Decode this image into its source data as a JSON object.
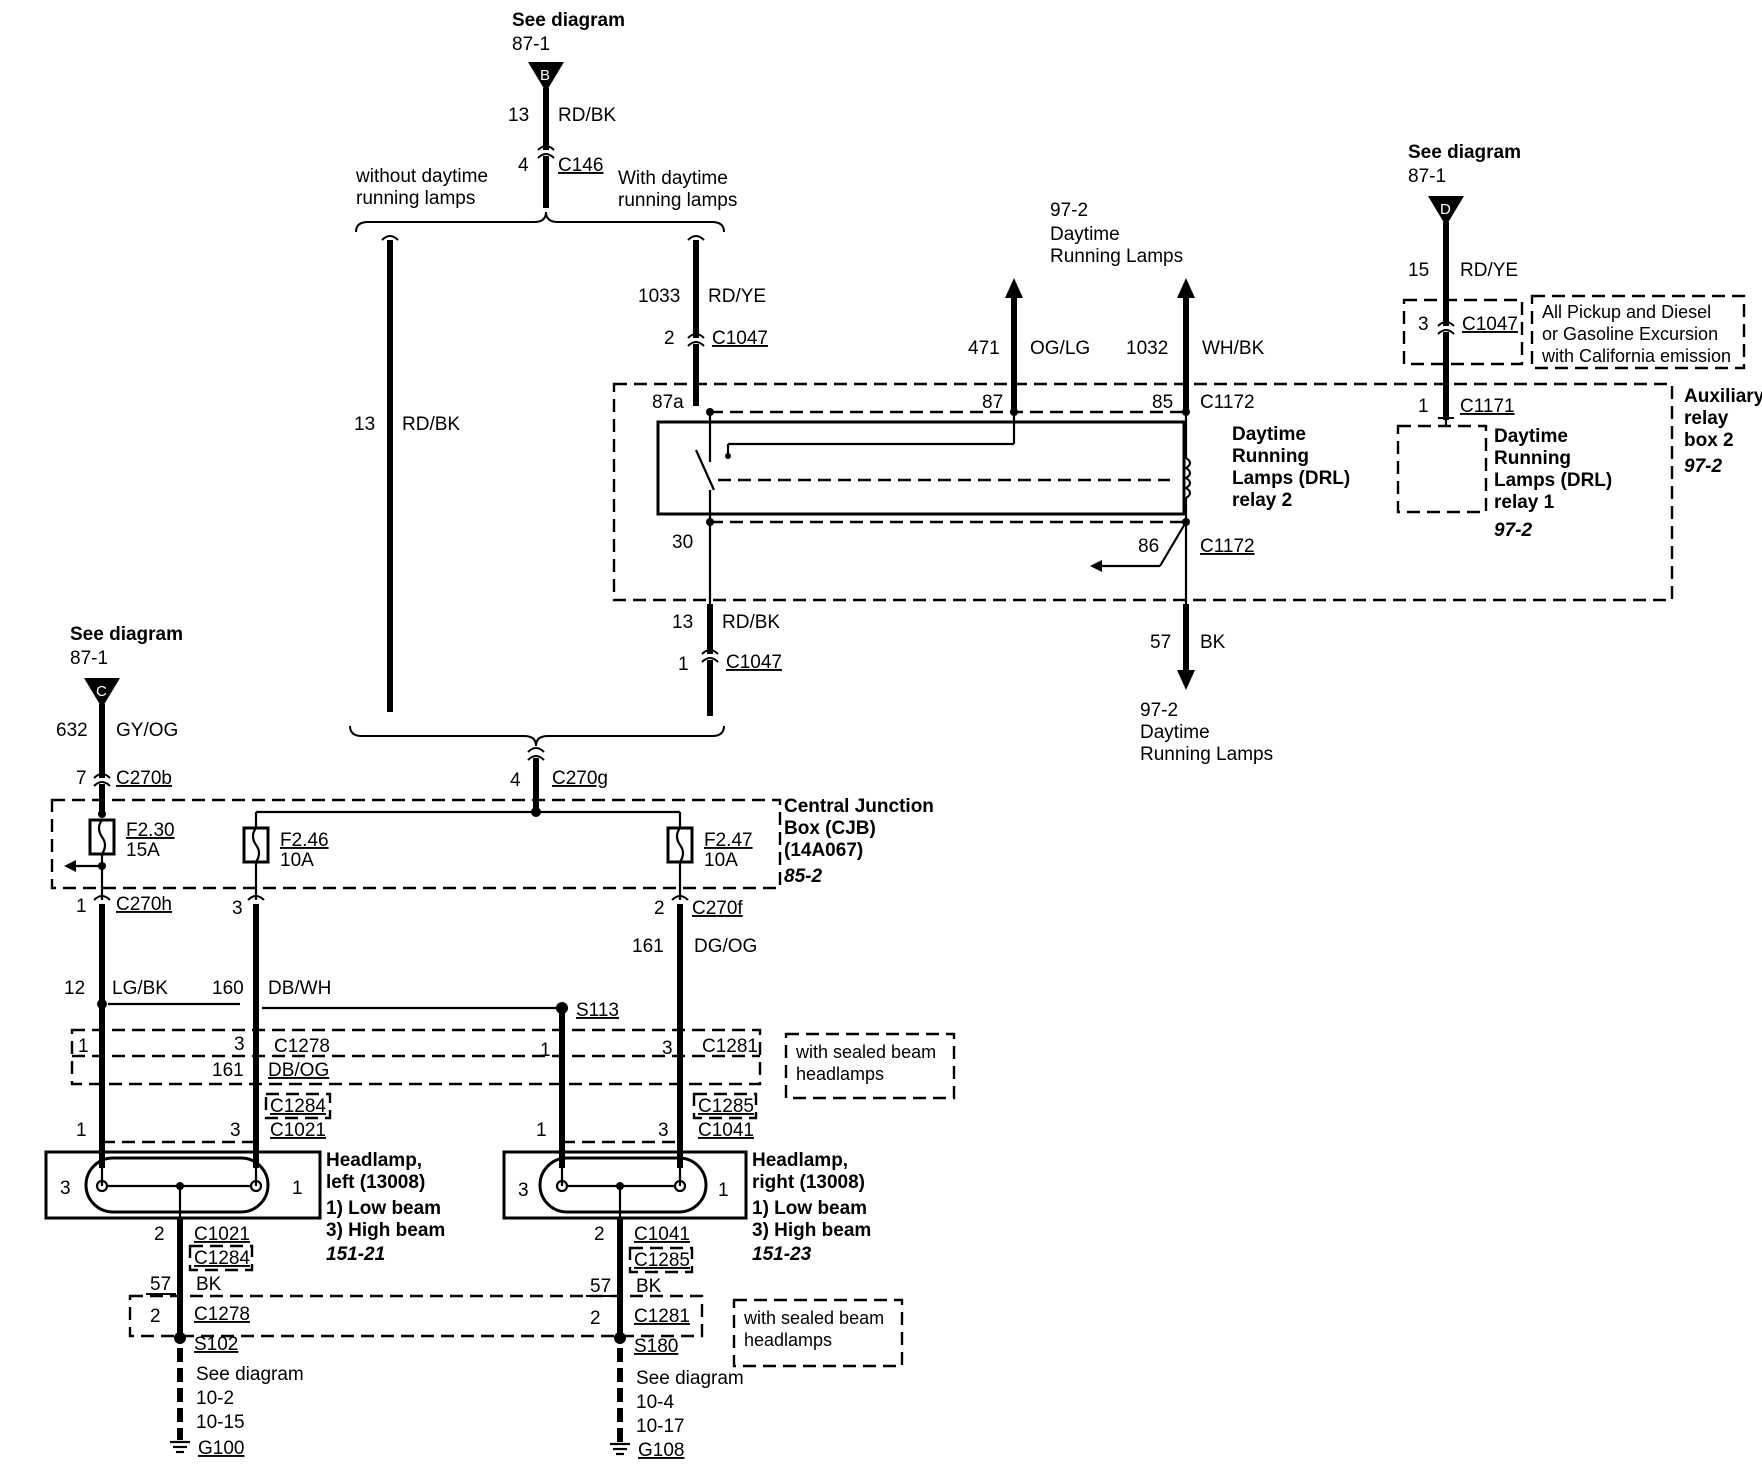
{
  "top_source": {
    "see_label": "See diagram",
    "see_ref": "87-1",
    "letter": "B",
    "circuit": "13",
    "color": "RD/BK",
    "pin": "4",
    "connector": "C146"
  },
  "options": {
    "without_drl": "without daytime running lamps",
    "with_drl": "With daytime running lamps"
  },
  "bypass_wire": {
    "circuit": "13",
    "color": "RD/BK"
  },
  "drl_input": {
    "circuit": "1033",
    "color": "RD/YE",
    "pin": "2",
    "connector": "C1047"
  },
  "drl_ref_top": {
    "ref": "97-2",
    "label": "Daytime Running Lamps",
    "wire_a_circuit": "471",
    "wire_a_color": "OG/LG",
    "wire_b_circuit": "1032",
    "wire_b_color": "WH/BK"
  },
  "relay2": {
    "pin_87a": "87a",
    "pin_87": "87",
    "pin_85": "85",
    "connector_top": "C1172",
    "name": "Daytime Running Lamps (DRL) relay 2",
    "pin_30": "30",
    "pin_86": "86",
    "connector_bottom": "C1172"
  },
  "aux_relay_box": {
    "name": "Auxiliary relay box 2",
    "ref": "97-2"
  },
  "source_d": {
    "see_label": "See diagram",
    "see_ref": "87-1",
    "letter": "D",
    "circuit": "15",
    "color": "RD/YE",
    "pin": "3",
    "connector": "C1047",
    "note": "All Pickup and Diesel or Gasoline Excursion with California emission",
    "relay_pin": "1",
    "relay_connector": "C1171",
    "relay_name": "Daytime Running Lamps (DRL) relay 1",
    "relay_ref": "97-2"
  },
  "drl_output": {
    "circuit": "13",
    "color": "RD/BK",
    "pin": "1",
    "connector": "C1047"
  },
  "ground_out": {
    "circuit": "57",
    "color": "BK",
    "ref": "97-2",
    "label": "Daytime Running Lamps"
  },
  "source_c": {
    "see_label": "See diagram",
    "see_ref": "87-1",
    "letter": "C",
    "circuit": "632",
    "color": "GY/OG",
    "pin": "7",
    "connector": "C270b"
  },
  "cjb": {
    "in_pin": "4",
    "in_connector": "C270g",
    "name": "Central Junction Box (CJB) (14A067)",
    "ref": "85-2",
    "fuses": [
      {
        "id": "F2.30",
        "rating": "15A"
      },
      {
        "id": "F2.46",
        "rating": "10A"
      },
      {
        "id": "F2.47",
        "rating": "10A"
      }
    ],
    "out_pins": {
      "h_pin": "1",
      "h_conn": "C270h",
      "mid_pin": "3",
      "f_pin": "2",
      "f_conn": "C270f"
    }
  },
  "lower_wires": {
    "lgbk_circuit": "12",
    "lgbk_color": "LG/BK",
    "dbwh_circuit": "160",
    "dbwh_color": "DB/WH",
    "dgog_circuit": "161",
    "dgog_color": "DG/OG",
    "splice": "S113",
    "dbog_circuit": "161",
    "dbog_color": "DB/OG"
  },
  "sealed_top": {
    "pin_l1": "1",
    "pin_l3": "3",
    "conn_l": "C1278",
    "pin_r1": "1",
    "pin_r3": "3",
    "conn_r": "C1281",
    "note": "with sealed beam headlamps"
  },
  "headlamp_left": {
    "conn_a": "C1284",
    "conn_b": "C1021",
    "pin1": "1",
    "pin3": "3",
    "name": "Headlamp, left (13008)",
    "beam1": "1) Low beam",
    "beam3": "3) High beam",
    "ref": "151-21",
    "pin2": "2",
    "gnd_conn_a": "C1021",
    "gnd_conn_b": "C1284",
    "gnd_circuit": "57",
    "gnd_color": "BK",
    "sealed_pin": "2",
    "sealed_conn": "C1278",
    "splice": "S102",
    "see_label": "See diagram",
    "see_refs": [
      "10-2",
      "10-15"
    ],
    "ground": "G100"
  },
  "headlamp_right": {
    "conn_a": "C1285",
    "conn_b": "C1041",
    "pin1": "1",
    "pin3": "3",
    "name": "Headlamp, right (13008)",
    "beam1": "1) Low beam",
    "beam3": "3) High beam",
    "ref": "151-23",
    "pin2": "2",
    "gnd_conn_a": "C1041",
    "gnd_conn_b": "C1285",
    "gnd_circuit": "57",
    "gnd_color": "BK",
    "sealed_pin": "2",
    "sealed_conn": "C1281",
    "splice": "S180",
    "see_label": "See diagram",
    "see_refs": [
      "10-4",
      "10-17"
    ],
    "ground": "G108"
  },
  "sealed_bottom": {
    "note": "with sealed beam headlamps"
  }
}
